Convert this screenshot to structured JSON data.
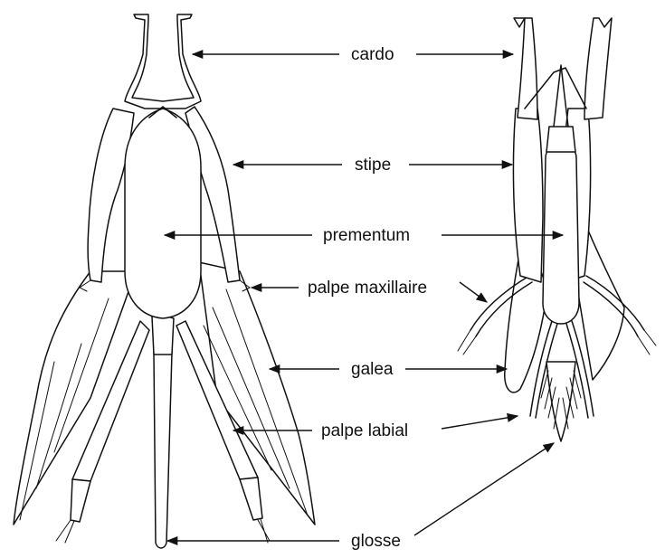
{
  "diagram": {
    "labels": {
      "cardo": "cardo",
      "stipe": "stipe",
      "prementum": "prementum",
      "palpe_maxillaire": "palpe maxillaire",
      "galea": "galea",
      "palpe_labial": "palpe labial",
      "glosse": "glosse"
    },
    "colors": {
      "ink": "#111111",
      "background": "#ffffff"
    }
  }
}
